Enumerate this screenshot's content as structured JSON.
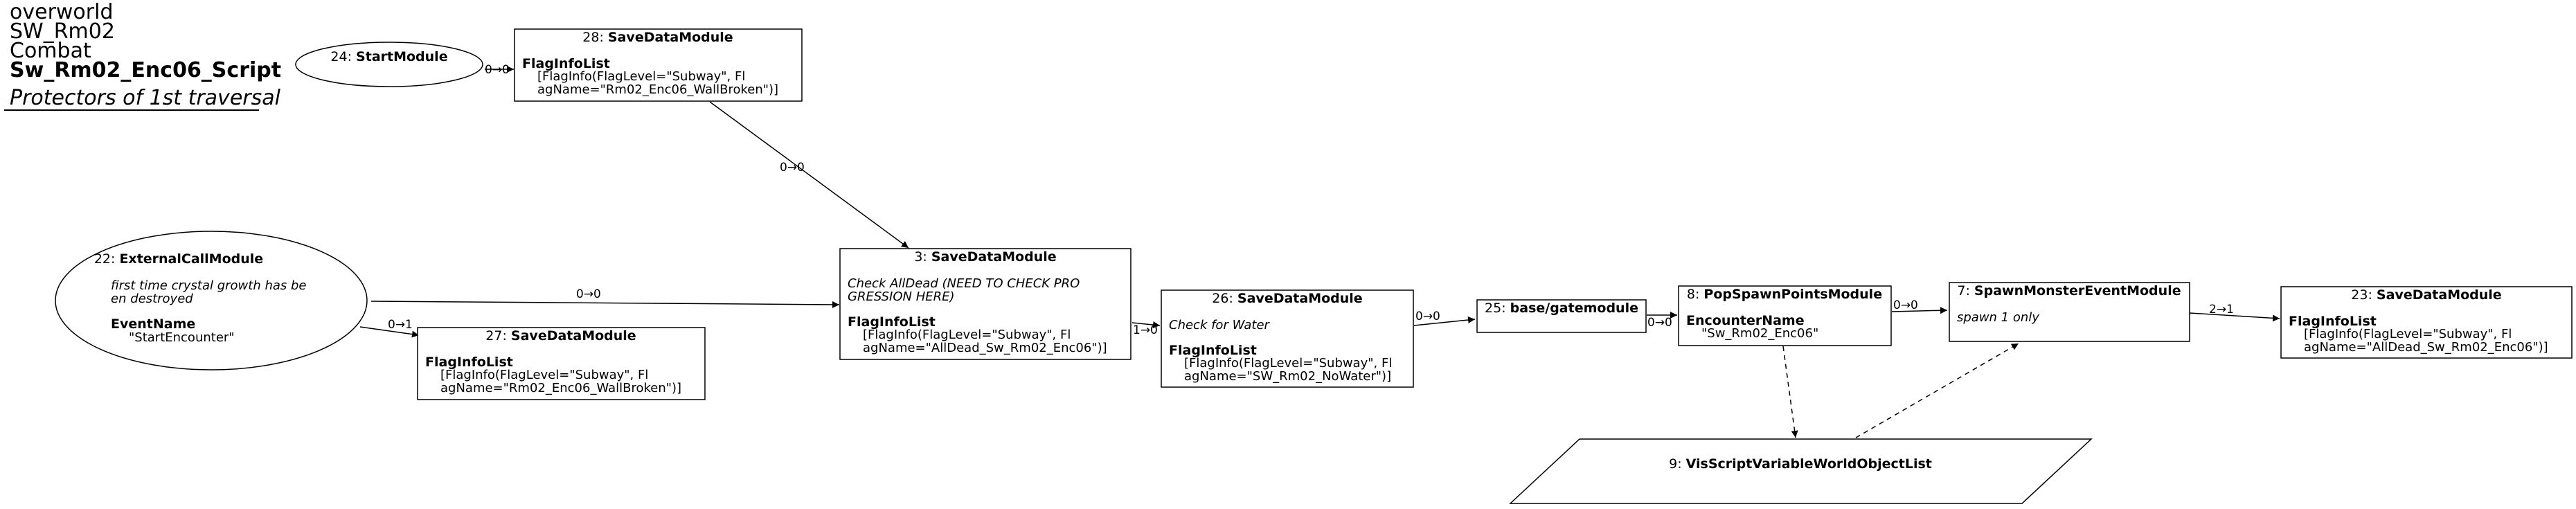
{
  "header": {
    "line1": "overworld",
    "line2": "SW_Rm02",
    "line3": "Combat",
    "line4": "Sw_Rm02_Enc06_Script",
    "subtitle": "Protectors of 1st traversal"
  },
  "nodes": {
    "n24": {
      "id": "24: ",
      "title": "StartModule"
    },
    "n28": {
      "id": "28: ",
      "title": "SaveDataModule",
      "field": "FlagInfoList",
      "v1": "[FlagInfo(FlagLevel=\"Subway\", Fl",
      "v2": "agName=\"Rm02_Enc06_WallBroken\")]"
    },
    "n22": {
      "id": "22: ",
      "title": "ExternalCallModule",
      "c1": "first time crystal growth has be",
      "c2": "en destroyed",
      "field": "EventName",
      "v1": "\"StartEncounter\""
    },
    "n27": {
      "id": "27: ",
      "title": "SaveDataModule",
      "field": "FlagInfoList",
      "v1": "[FlagInfo(FlagLevel=\"Subway\", Fl",
      "v2": "agName=\"Rm02_Enc06_WallBroken\")]"
    },
    "n3": {
      "id": "3: ",
      "title": "SaveDataModule",
      "c1": "Check AllDead (NEED TO CHECK PRO",
      "c2": "GRESSION HERE)",
      "field": "FlagInfoList",
      "v1": "[FlagInfo(FlagLevel=\"Subway\", Fl",
      "v2": "agName=\"AllDead_Sw_Rm02_Enc06\")]"
    },
    "n26": {
      "id": "26: ",
      "title": "SaveDataModule",
      "c1": "Check for Water",
      "field": "FlagInfoList",
      "v1": "[FlagInfo(FlagLevel=\"Subway\", Fl",
      "v2": "agName=\"SW_Rm02_NoWater\")]"
    },
    "n25": {
      "id": "25: ",
      "title": "base/gatemodule"
    },
    "n8": {
      "id": "8: ",
      "title": "PopSpawnPointsModule",
      "field": "EncounterName",
      "v1": "\"Sw_Rm02_Enc06\""
    },
    "n7": {
      "id": "7: ",
      "title": "SpawnMonsterEventModule",
      "c1": "spawn 1 only"
    },
    "n23": {
      "id": "23: ",
      "title": "SaveDataModule",
      "field": "FlagInfoList",
      "v1": "[FlagInfo(FlagLevel=\"Subway\", Fl",
      "v2": "agName=\"AllDead_Sw_Rm02_Enc06\")]"
    },
    "n9": {
      "id": "9: ",
      "title": "VisScriptVariableWorldObjectList"
    }
  },
  "edges": {
    "e24_28": "0→0",
    "e28_3": "0→0",
    "e22_3": "0→0",
    "e22_27": "0→1",
    "e3_26": "1→0",
    "e26_25": "0→0",
    "e25_8": "0→0",
    "e8_7": "0→0",
    "e7_23": "2→1"
  }
}
